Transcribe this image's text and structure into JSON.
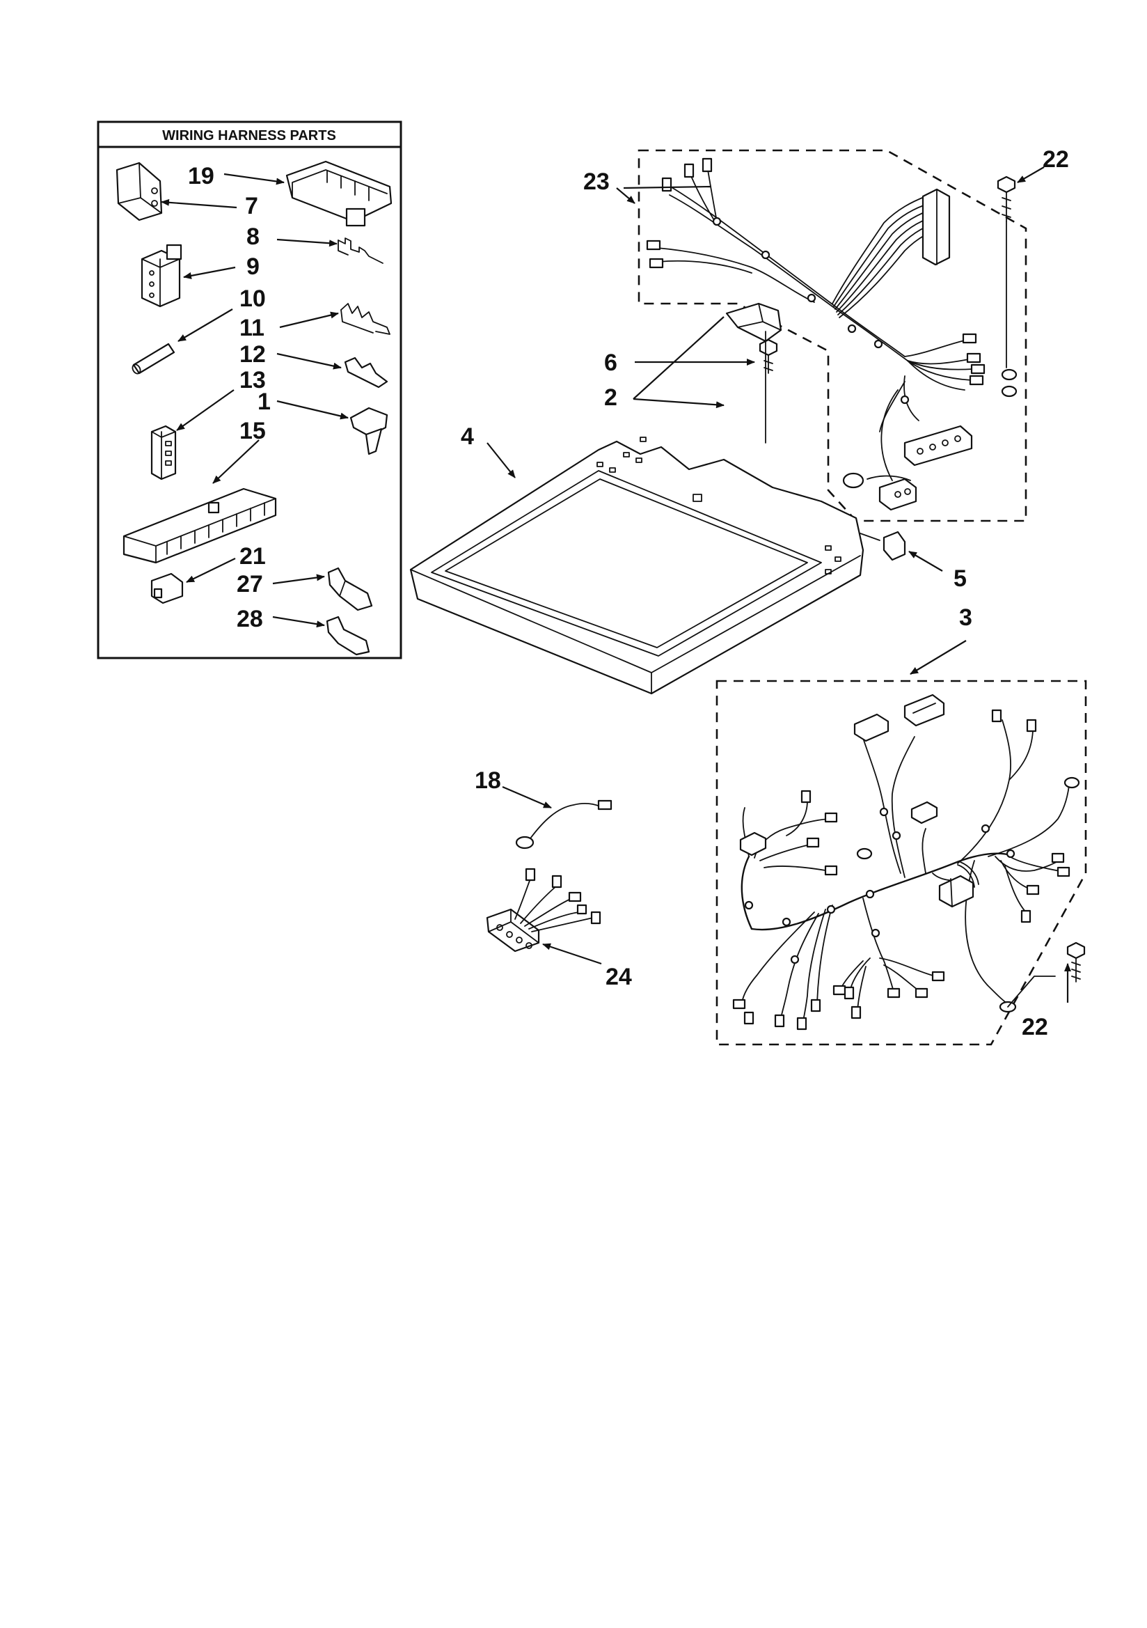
{
  "inset": {
    "title": "WIRING HARNESS PARTS"
  },
  "labels": {
    "l19": "19",
    "l7": "7",
    "l8": "8",
    "l9": "9",
    "l10": "10",
    "l11": "11",
    "l12": "12",
    "l13": "13",
    "l1": "1",
    "l15": "15",
    "l21": "21",
    "l27": "27",
    "l28": "28",
    "l23": "23",
    "l22a": "22",
    "l6": "6",
    "l2": "2",
    "l4": "4",
    "l5": "5",
    "l3": "3",
    "l18": "18",
    "l24": "24",
    "l22b": "22"
  }
}
